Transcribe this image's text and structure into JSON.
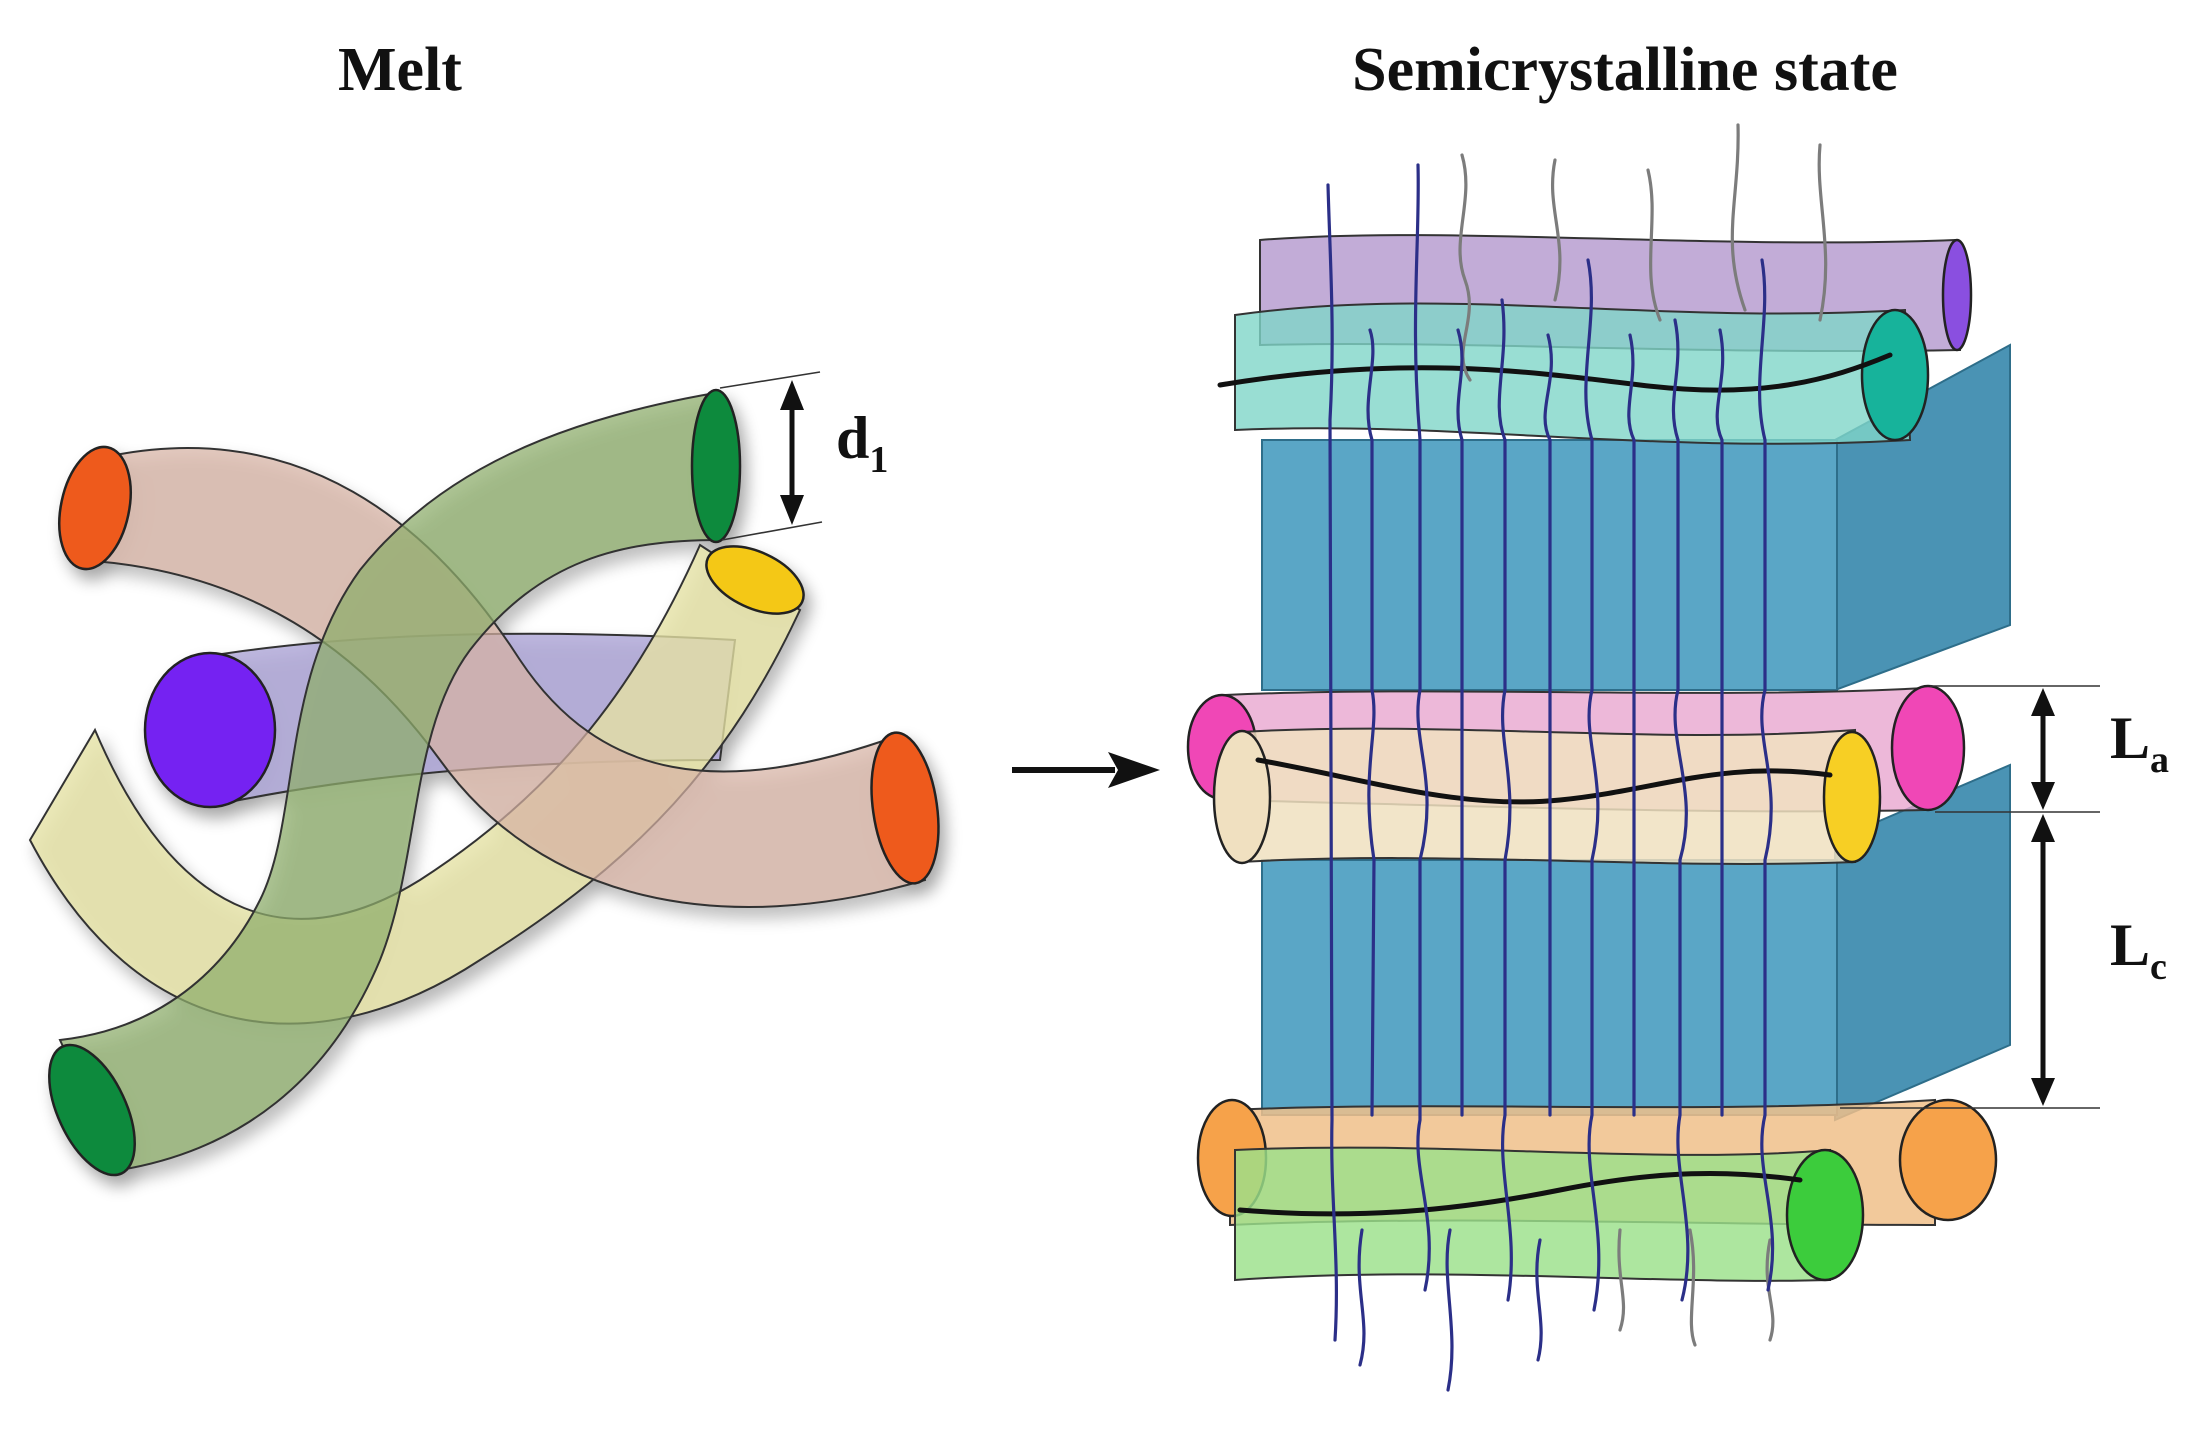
{
  "figure": {
    "melt_title": "Melt",
    "semicrystalline_title": "Semicrystalline state",
    "d_label": {
      "main": "d",
      "sub": "1"
    },
    "la_label": {
      "main": "L",
      "sub": "a"
    },
    "lc_label": {
      "main": "L",
      "sub": "c"
    }
  },
  "colors": {
    "melt_pink_tube": "#d7b2a4",
    "melt_pink_cap": "#ee5a1e",
    "melt_green_tube": "#8ead6b",
    "melt_green_cap": "#0b8a3e",
    "melt_yellow_tube": "#e6e1a4",
    "melt_yellow_cap": "#f4c818",
    "melt_purple_tube": "#a8a0d4",
    "melt_purple_cap": "#7420f2",
    "crystal_block": "#5aa6c6",
    "crystal_block_side": "#4a93b4",
    "layer1_back_tube": "#b79ed0",
    "layer1_back_cap": "#8a4fe0",
    "layer1_front_tube": "#7fd6c8",
    "layer1_front_cap": "#17b39b",
    "layer2_back_tube": "#e8a6cf",
    "layer2_back_cap": "#f047b6",
    "layer2_front_tube": "#f0e0c0",
    "layer2_front_cap": "#f7cf24",
    "layer3_back_tube": "#f0c08a",
    "layer3_back_cap": "#f6a24a",
    "layer3_front_tube": "#9be08a",
    "layer3_front_cap": "#3ccc3c",
    "chain": "#2b2f88",
    "chain_grey": "#7c7c7c"
  },
  "icons": {
    "arrow": "right-arrow-icon"
  }
}
